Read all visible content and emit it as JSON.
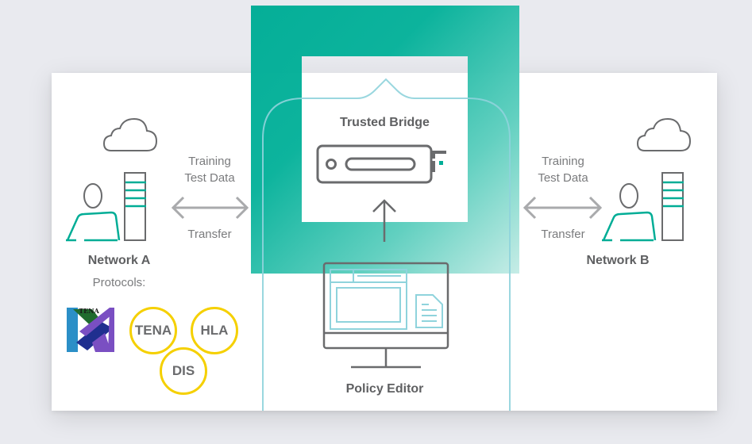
{
  "diagram": {
    "trusted_bridge": {
      "title": "Trusted Bridge",
      "icon": "server-appliance-icon"
    },
    "policy_editor": {
      "title": "Policy Editor",
      "icon": "monitor-with-document-icon"
    },
    "network_a": {
      "title": "Network A",
      "protocols_label": "Protocols:",
      "transfer_top": [
        "Training",
        "Test Data"
      ],
      "transfer_bottom": "Transfer",
      "protocols": [
        "TENA",
        "HLA",
        "DIS"
      ],
      "logo_text": "TENA"
    },
    "network_b": {
      "title": "Network B",
      "transfer_top": [
        "Training",
        "Test Data"
      ],
      "transfer_bottom": "Transfer"
    },
    "colors": {
      "teal": "#00ad96",
      "teal_light": "#8fd3dc",
      "protocol_ring": "#f5d000",
      "icon_gray": "#6a6b6d",
      "arrow_gray": "#a9aaac"
    }
  }
}
